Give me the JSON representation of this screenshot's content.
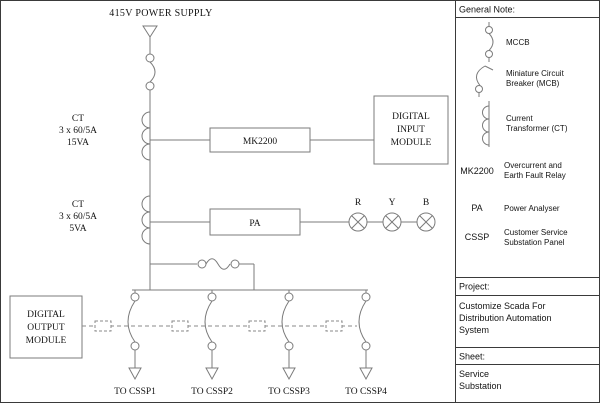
{
  "colors": {
    "background": "#ffffff",
    "diagram_line": "#7b7b7b",
    "frame_line": "#3a3a3a",
    "text": "#141414"
  },
  "diagram": {
    "power_supply_label": "415V POWER SUPPLY",
    "ct1_lines": [
      "CT",
      "3 x 60/5A",
      "15VA"
    ],
    "ct2_lines": [
      "CT",
      "3 x 60/5A",
      "5VA"
    ],
    "mk2200_label": "MK2200",
    "pa_label": "PA",
    "digital_input_module_lines": [
      "DIGITAL",
      "INPUT",
      "MODULE"
    ],
    "digital_output_module_lines": [
      "DIGITAL",
      "OUTPUT",
      "MODULE"
    ],
    "lamp_labels": [
      "R",
      "Y",
      "B"
    ],
    "feeder_labels": [
      "TO CSSP1",
      "TO CSSP2",
      "TO CSSP3",
      "TO CSSP4"
    ]
  },
  "panel": {
    "general_note_header": "General Note:",
    "legend": [
      {
        "symbol_icon": "mccb-icon",
        "lines": [
          "MCCB"
        ]
      },
      {
        "symbol_icon": "mcb-icon",
        "lines": [
          "Miniature Circuit",
          "Breaker (MCB)"
        ]
      },
      {
        "symbol_icon": "ct-icon",
        "lines": [
          "Current",
          "Transformer (CT)"
        ]
      },
      {
        "abbr": "MK2200",
        "lines": [
          "Overcurrent and",
          "Earth Fault Relay"
        ]
      },
      {
        "abbr": "PA",
        "lines": [
          "Power Analyser"
        ]
      },
      {
        "abbr": "CSSP",
        "lines": [
          "Customer Service",
          "Substation Panel"
        ]
      }
    ],
    "project_header": "Project:",
    "project_lines": [
      "Customize Scada For",
      "Distribution Automation",
      "System"
    ],
    "sheet_header": "Sheet:",
    "sheet_lines": [
      "Service",
      "Substation"
    ]
  }
}
